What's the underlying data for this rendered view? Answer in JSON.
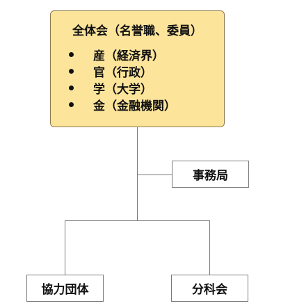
{
  "main": {
    "title": "全体会（名誉職、委員）",
    "items": [
      {
        "label": "産（経済界）"
      },
      {
        "label": "官（行政）"
      },
      {
        "label": "学（大学）"
      },
      {
        "label": "金（金融機関）"
      }
    ]
  },
  "secretariat": {
    "label": "事務局"
  },
  "children": [
    {
      "label": "協力団体"
    },
    {
      "label": "分科会"
    }
  ],
  "colors": {
    "main_fill": "#fce59b",
    "box_border": "#7a7a7a",
    "line": "#7a7a7a"
  }
}
